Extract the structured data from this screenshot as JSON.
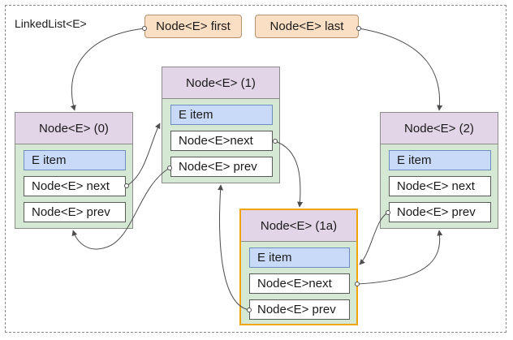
{
  "container": {
    "label": "LinkedList<E>"
  },
  "pointers": {
    "first": "Node<E> first",
    "last": "Node<E> last"
  },
  "nodes": {
    "n0": {
      "title": "Node<E> (0)",
      "item": "E item",
      "next": "Node<E> next",
      "prev": "Node<E> prev"
    },
    "n1": {
      "title": "Node<E> (1)",
      "item": "E item",
      "next": "Node<E>next",
      "prev": "Node<E> prev"
    },
    "n2": {
      "title": "Node<E> (2)",
      "item": "E item",
      "next": "Node<E> next",
      "prev": "Node<E> prev"
    },
    "n1a": {
      "title": "Node<E> (1a)",
      "item": "E item",
      "next": "Node<E>next",
      "prev": "Node<E> prev"
    }
  },
  "colors": {
    "pointer_fill": "#fadfc4",
    "node_fill": "#d5e8d4",
    "node_header": "#e1d5e7",
    "item_fill": "#c9daf8",
    "inserted_border": "#f0a30a",
    "connector": "#4d4d4d"
  }
}
